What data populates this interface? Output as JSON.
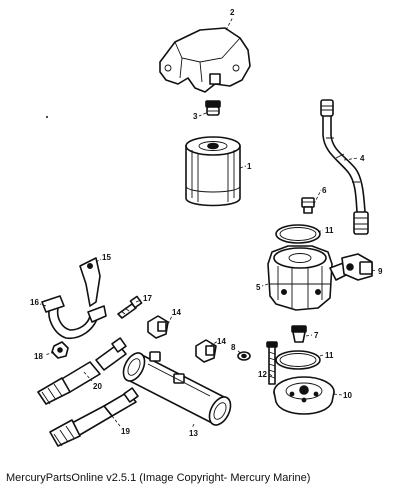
{
  "caption": "MercuryPartsOnline v2.5.1 (Image Copyright- Mercury Marine)",
  "callouts": {
    "c1": "1",
    "c2": "2",
    "c3": "3",
    "c4": "4",
    "c5": "5",
    "c6": "6",
    "c7": "7",
    "c8": "8",
    "c9": "9",
    "c10": "10",
    "c11a": "11",
    "c11b": "11",
    "c12": "12",
    "c13": "13",
    "c14a": "14",
    "c14b": "14",
    "c15": "15",
    "c16": "16",
    "c17": "17",
    "c18": "18",
    "c19": "19",
    "c20": "20"
  }
}
